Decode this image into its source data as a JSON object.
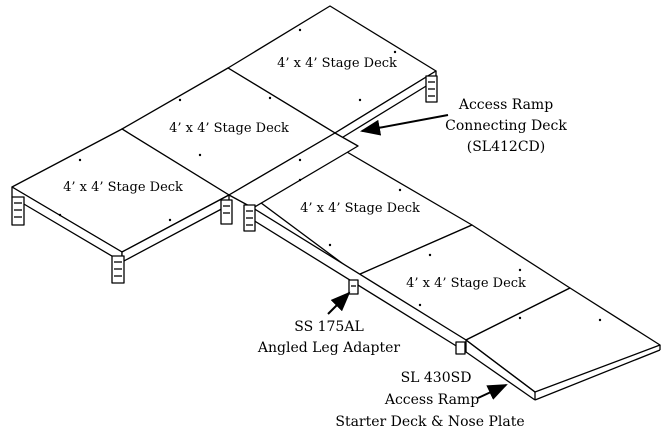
{
  "deck_labels": {
    "back_deck": "4’ x 4’ Stage Deck",
    "middle_deck": "4’ x 4’ Stage Deck",
    "left_deck": "4’ x 4’ Stage Deck",
    "ramp_deck_1": "4’ x 4’ Stage Deck",
    "ramp_deck_2": "4’ x 4’ Stage Deck"
  },
  "callouts": {
    "connecting_deck": {
      "line1": "Access Ramp",
      "line2": "Connecting Deck",
      "line3": "(SL412CD)"
    },
    "leg_adapter": {
      "line1": "SS 175AL",
      "line2": "Angled Leg Adapter"
    },
    "starter_deck": {
      "line1": "SL 430SD",
      "line2": "Access Ramp",
      "line3": "Starter Deck & Nose Plate"
    }
  }
}
